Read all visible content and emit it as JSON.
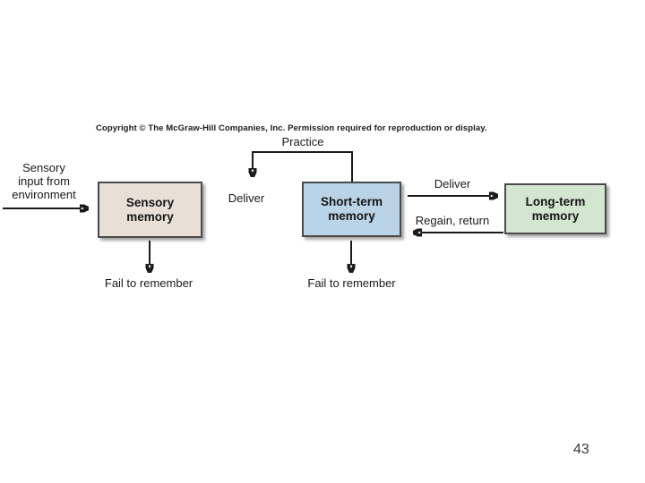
{
  "slide": {
    "copyright": "Copyright © The McGraw-Hill Companies, Inc. Permission required for reproduction or display.",
    "page_number": "43"
  },
  "diagram": {
    "type": "flowchart",
    "title_context": "Stages of memory flow diagram",
    "arrow_color": "#1a1a1a",
    "boxes": [
      {
        "id": "sensory-memory",
        "label": "Sensory\nmemory",
        "fill": "#e8e0d7"
      },
      {
        "id": "short-term-memory",
        "label": "Short-term\nmemory",
        "fill": "#bad3e7"
      },
      {
        "id": "long-term-memory",
        "label": "Long-term\nmemory",
        "fill": "#d3e6d0"
      }
    ],
    "labels": {
      "input": "Sensory\ninput from\nenvironment",
      "practice": "Practice",
      "deliver_to_short": "Deliver",
      "deliver_to_long": "Deliver",
      "regain_return": "Regain, return",
      "fail_sensory": "Fail to remember",
      "fail_short": "Fail to remember"
    },
    "edges": [
      {
        "from": "environment",
        "to": "sensory-memory",
        "label": "Sensory input from environment"
      },
      {
        "from": "sensory-memory",
        "to": "short-term-memory",
        "label": "Deliver"
      },
      {
        "from": "short-term-memory",
        "to": "short-term-memory",
        "label": "Practice"
      },
      {
        "from": "short-term-memory",
        "to": "long-term-memory",
        "label": "Deliver"
      },
      {
        "from": "long-term-memory",
        "to": "short-term-memory",
        "label": "Regain, return"
      },
      {
        "from": "sensory-memory",
        "to": "forgotten",
        "label": "Fail to remember"
      },
      {
        "from": "short-term-memory",
        "to": "forgotten",
        "label": "Fail to remember"
      }
    ]
  }
}
